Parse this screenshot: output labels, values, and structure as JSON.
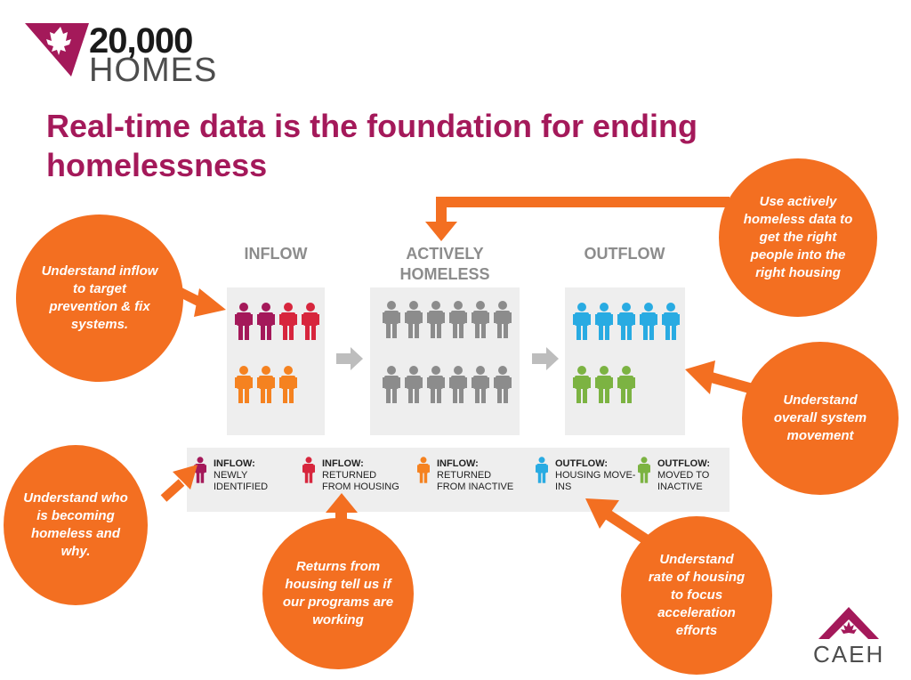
{
  "logo": {
    "line1": "20,000",
    "line2": "HOMES"
  },
  "title": {
    "line1": "Real-time data is the foundation for ending",
    "line2": "homelessness"
  },
  "columns": {
    "inflow": "INFLOW",
    "actively": "ACTIVELY HOMELESS",
    "outflow": "OUTFLOW"
  },
  "bubbles": {
    "inflow_target": "Understand inflow to target prevention & fix systems.",
    "who_homeless": "Understand who is becoming homeless and why.",
    "returns": "Returns from housing tell us if our programs are working",
    "rate_housing": "Understand rate of housing to focus acceleration efforts",
    "system_movement": "Understand overall system movement",
    "use_data": "Use actively homeless data to get the right people into the right housing"
  },
  "legend": [
    {
      "head": "INFLOW:",
      "sub": "NEWLY IDENTIFIED",
      "color": "#a4195a"
    },
    {
      "head": "INFLOW:",
      "sub": "RETURNED FROM HOUSING",
      "color": "#d7263d"
    },
    {
      "head": "INFLOW:",
      "sub": "RETURNED FROM INACTIVE",
      "color": "#f58220"
    },
    {
      "head": "OUTFLOW:",
      "sub": "HOUSING MOVE-INS",
      "color": "#29abe2"
    },
    {
      "head": "OUTFLOW:",
      "sub": "MOVED TO INACTIVE",
      "color": "#7cb342"
    }
  ],
  "people_colors": {
    "newly": "#a4195a",
    "returned_housing": "#d7263d",
    "returned_inactive": "#f58220",
    "active": "#8c8c8c",
    "move_ins": "#29abe2",
    "moved_inactive": "#7cb342"
  },
  "accent": "#f36f21",
  "brand": "#a4195a",
  "caeh": {
    "label": "CAEH"
  }
}
